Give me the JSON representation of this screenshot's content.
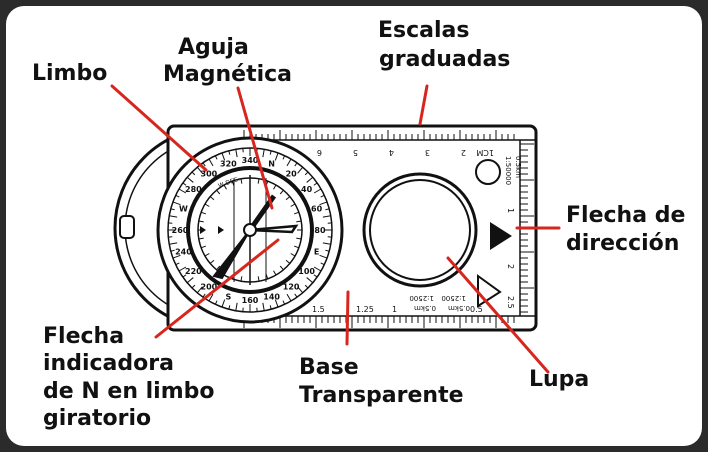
{
  "labels": {
    "limbo": "Limbo",
    "aguja_1": "Aguja",
    "aguja_2": "Magnética",
    "escalas_1": "Escalas",
    "escalas_2": "graduadas",
    "flecha_dir_1": "Flecha de",
    "flecha_dir_2": "dirección",
    "flecha_ind_1": "Flecha",
    "flecha_ind_2": "indicadora",
    "flecha_ind_3": "de N en limbo",
    "flecha_ind_4": "giratorio",
    "base_1": "Base",
    "base_2": "Transparente",
    "lupa": "Lupa"
  },
  "compass_marks": {
    "bezel_numbers": [
      "220",
      "240",
      "260",
      "W",
      "280",
      "300",
      "320",
      "340",
      "N",
      "20",
      "40",
      "60",
      "80",
      "E",
      "100",
      "120",
      "140",
      "160",
      "S",
      "200"
    ],
    "inner_text": "W DEC.",
    "top_scale_numbers": [
      "1CM",
      "2",
      "3",
      "4",
      "5",
      "6"
    ],
    "top_scale_ratio": [
      "0.5km",
      "1:50000"
    ],
    "right_scale_numbers": [
      "1",
      "2",
      "2.5"
    ],
    "bottom_scale_numbers": [
      "1.5",
      "1.25",
      "1",
      "0.5",
      "0.5km"
    ],
    "bottom_ratios": [
      "1:2500",
      "1:2500"
    ],
    "bottom_units": [
      "0.5km",
      "0.5km"
    ]
  },
  "colors": {
    "pointer_line": "#d7261e",
    "outline": "#111111",
    "background": "#ffffff",
    "frame_bg": "#2b2b2b"
  }
}
